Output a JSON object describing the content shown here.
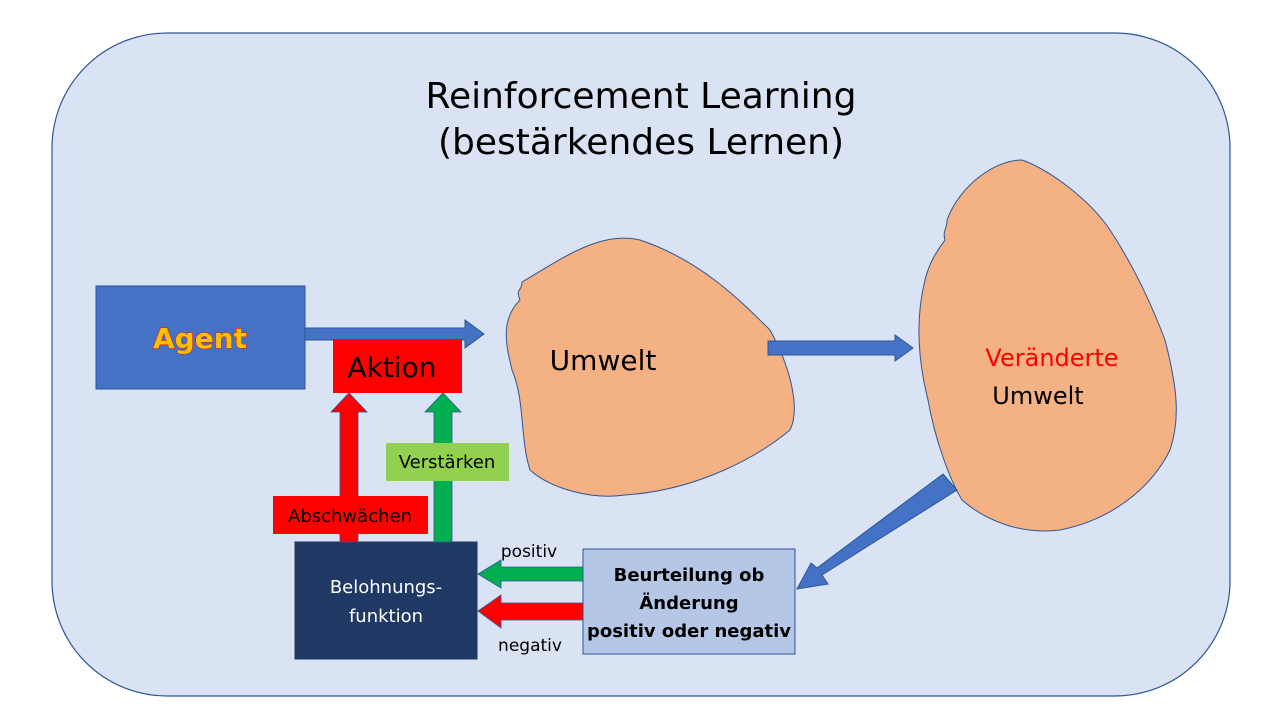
{
  "title": {
    "line1": "Reinforcement Learning",
    "line2": "(bestärkendes Lernen)"
  },
  "nodes": {
    "agent": "Agent",
    "aktion": "Aktion",
    "umwelt": "Umwelt",
    "veraenderte_line1": "Veränderte",
    "veraenderte_line2": "Umwelt",
    "belohnung_line1": "Belohnungs-",
    "belohnung_line2": "funktion",
    "beurteilung_line1": "Beurteilung ob",
    "beurteilung_line2": "Änderung",
    "beurteilung_line3": "positiv oder negativ"
  },
  "labels": {
    "verstaerken": "Verstärken",
    "abschwaechen": "Abschwächen",
    "positiv": "positiv",
    "negativ": "negativ"
  },
  "colors": {
    "background_panel": "#dae3f3",
    "panel_border": "#2f5597",
    "agent_box": "#4472c4",
    "agent_text": "#ffc000",
    "aktion_box": "#ff0000",
    "blob_fill": "#f4b183",
    "flow_arrow": "#4472c4",
    "belohnung_box": "#203864",
    "beurteilung_box": "#b4c7e7",
    "green_arrow": "#00b050",
    "red_arrow": "#ff0000",
    "verstaerken_label": "#92d050",
    "veraenderte_text": "#ff0000"
  }
}
